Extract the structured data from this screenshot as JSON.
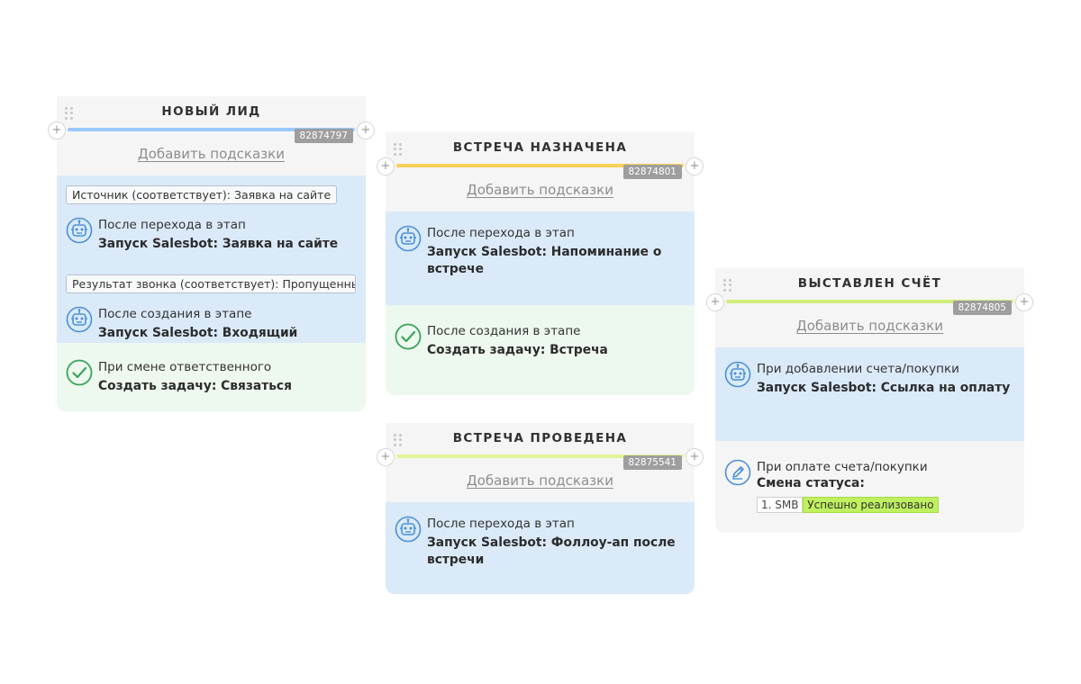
{
  "columns": [
    {
      "title": "НОВЫЙ ЛИД",
      "id": "82874797",
      "bar_color": "#99c9ff",
      "hint": "Добавить подсказки",
      "blue": [
        {
          "condition": "Источник (соответствует): Заявка на сайте",
          "when": "После перехода в этап",
          "action": "Запуск Salesbot: Заявка на сайте",
          "icon": "robot-icon"
        },
        {
          "condition": "Результат звонка (соответствует): Пропущенный звон",
          "when": "После создания в этапе",
          "action": "Запуск Salesbot: Входящий недозвон",
          "icon": "robot-icon"
        }
      ],
      "green": [
        {
          "when": "При смене ответственного",
          "action": "Создать задачу: Связаться",
          "icon": "check-circle-icon"
        }
      ]
    },
    {
      "title": "ВСТРЕЧА НАЗНАЧЕНА",
      "id": "82874801",
      "bar_color": "#fbcf58",
      "hint": "Добавить подсказки",
      "blue": [
        {
          "when": "После перехода в этап",
          "action": "Запуск Salesbot: Напоминание о встрече",
          "icon": "robot-icon"
        }
      ],
      "green": [
        {
          "when": "После создания в этапе",
          "action": "Создать задачу: Встреча",
          "icon": "check-circle-icon"
        }
      ]
    },
    {
      "title": "ВСТРЕЧА ПРОВЕДЕНА",
      "id": "82875541",
      "bar_color": "#e0f59a",
      "hint": "Добавить подсказки",
      "blue": [
        {
          "when": "После перехода в этап",
          "action": "Запуск Salesbot: Фоллоу-ап после встречи",
          "icon": "robot-icon"
        }
      ]
    },
    {
      "title": "ВЫСТАВЛЕН СЧЁТ",
      "id": "82874805",
      "bar_color": "#cfee7c",
      "hint": "Добавить подсказки",
      "blue": [
        {
          "when": "При добавлении счета/покупки",
          "action": "Запуск Salesbot: Ссылка на оплату",
          "icon": "robot-icon"
        }
      ],
      "gray": [
        {
          "when": "При оплате счета/покупки",
          "action": "Смена статуса:",
          "status_num": "1. SMB",
          "status_val": "Успешно реализовано",
          "icon": "edit-pen-icon"
        }
      ]
    }
  ],
  "plus_glyph": "+"
}
